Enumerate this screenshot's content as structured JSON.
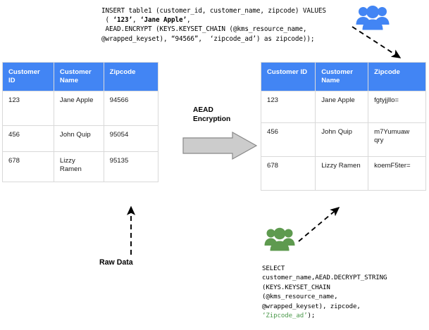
{
  "diagram": {
    "title": "AEAD Encryption data flow",
    "colors": {
      "header_blue": "#4285f4",
      "people_blue": "#4285f4",
      "people_green": "#5e9a4f",
      "block_arrow_fill": "#cccccc",
      "block_arrow_stroke": "#808080",
      "code_green": "#4c9a4c"
    }
  },
  "insert_statement": {
    "line1": "INSERT table1 (customer_id, customer_name, zipcode) VALUES",
    "line2_prefix": " ( ",
    "line2_lit1": "‘123’",
    "line2_mid": ", ",
    "line2_lit2": "‘Jane Apple’",
    "line2_suffix": ",",
    "line3": " AEAD.ENCRYPT (KEYS.KEYSET_CHAIN (@kms_resource_name,",
    "line4": "@wrapped_keyset), “94566”,  ‘zipcode_ad’) as zipcode));"
  },
  "select_statement": {
    "line1": "SELECT",
    "line2": "customer_name,AEAD.DECRYPT_STRING",
    "line3": "(KEYS.KEYSET_CHAIN",
    "line4": "(@kms_resource_name,",
    "line5": "@wrapped_keyset), zipcode,",
    "line6_green": "‘Zipcode_ad’",
    "line6_rest": ");"
  },
  "table_plain": {
    "name": "plaintext-table",
    "headers": [
      "Customer ID",
      "Customer Name",
      "Zipcode"
    ],
    "rows": [
      {
        "id": "123",
        "name": "Jane Apple",
        "zipcode": "94566"
      },
      {
        "id": "456",
        "name": "John Quip",
        "zipcode": "95054"
      },
      {
        "id": "678",
        "name": "Lizzy Ramen",
        "zipcode": "95135"
      }
    ]
  },
  "table_encrypted": {
    "name": "encrypted-table",
    "headers": [
      "Customer ID",
      "Customer Name",
      "Zipcode"
    ],
    "rows": [
      {
        "id": "123",
        "name": "Jane Apple",
        "zipcode": "fgtyjjllo="
      },
      {
        "id": "456",
        "name": "John Quip",
        "zipcode": "m7Yumuaw qry"
      },
      {
        "id": "678",
        "name": "Lizzy Ramen",
        "zipcode": "koemF5ter="
      }
    ]
  },
  "labels": {
    "aead_encryption": "AEAD\nEncryption",
    "raw_data": "Raw Data"
  },
  "icons": {
    "people_blue": "people-group-icon",
    "people_green": "people-group-icon",
    "block_arrow": "right-block-arrow-icon",
    "raw_data_arrow": "dashed-up-arrow-icon",
    "insert_arrow": "dashed-down-right-arrow-icon",
    "select_arrow": "dashed-up-right-arrow-icon"
  }
}
